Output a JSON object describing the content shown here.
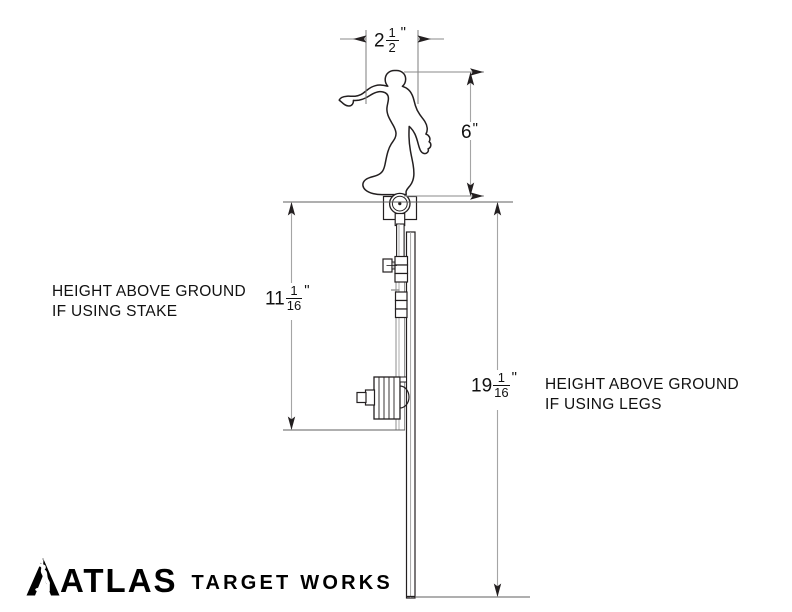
{
  "document": {
    "type": "technical-drawing",
    "title": "Target Stand Elevation Drawing",
    "background_color": "#ffffff",
    "line_color": "#231f20",
    "dimension_line_color": "#9a9a9a",
    "arrow_color": "#231f20"
  },
  "dimensions": {
    "figure_width": {
      "whole": "2",
      "numerator": "1",
      "denominator": "2",
      "unit": "\"",
      "plain": "2 1/2\"",
      "orientation": "horizontal",
      "position": "top"
    },
    "figure_height": {
      "whole": "6",
      "numerator": "",
      "denominator": "",
      "unit": "\"",
      "plain": "6\"",
      "orientation": "vertical",
      "position": "upper-right"
    },
    "height_stake": {
      "whole": "11",
      "numerator": "1",
      "denominator": "16",
      "unit": "\"",
      "plain": "11 1/16\"",
      "orientation": "vertical",
      "position": "left"
    },
    "height_legs": {
      "whole": "19",
      "numerator": "1",
      "denominator": "16",
      "unit": "\"",
      "plain": "19 1/16\"",
      "orientation": "vertical",
      "position": "right"
    }
  },
  "notes": {
    "stake": {
      "line1": "HEIGHT ABOVE GROUND",
      "line2": "IF USING STAKE"
    },
    "legs": {
      "line1": "HEIGHT ABOVE GROUND",
      "line2": "IF USING LEGS"
    }
  },
  "logo": {
    "brand": "ATLAS",
    "tagline": "TARGET WORKS",
    "mark": "figure-silhouette-in-letter-a"
  },
  "parts": [
    {
      "name": "target-silhouette",
      "label": "humanoid pistol target plate"
    },
    {
      "name": "pivot-hinge",
      "label": "circular pivot hinge"
    },
    {
      "name": "upright-post",
      "label": "vertical mounting post"
    },
    {
      "name": "clamp-bolt-upper",
      "label": "upper clamp bolt assembly"
    },
    {
      "name": "clamp-bolt-lower",
      "label": "lower clamp bolt assembly"
    },
    {
      "name": "spring-coil-assembly",
      "label": "coil spring / hub assembly"
    },
    {
      "name": "ground-stake",
      "label": "ground stake / leg post"
    }
  ]
}
